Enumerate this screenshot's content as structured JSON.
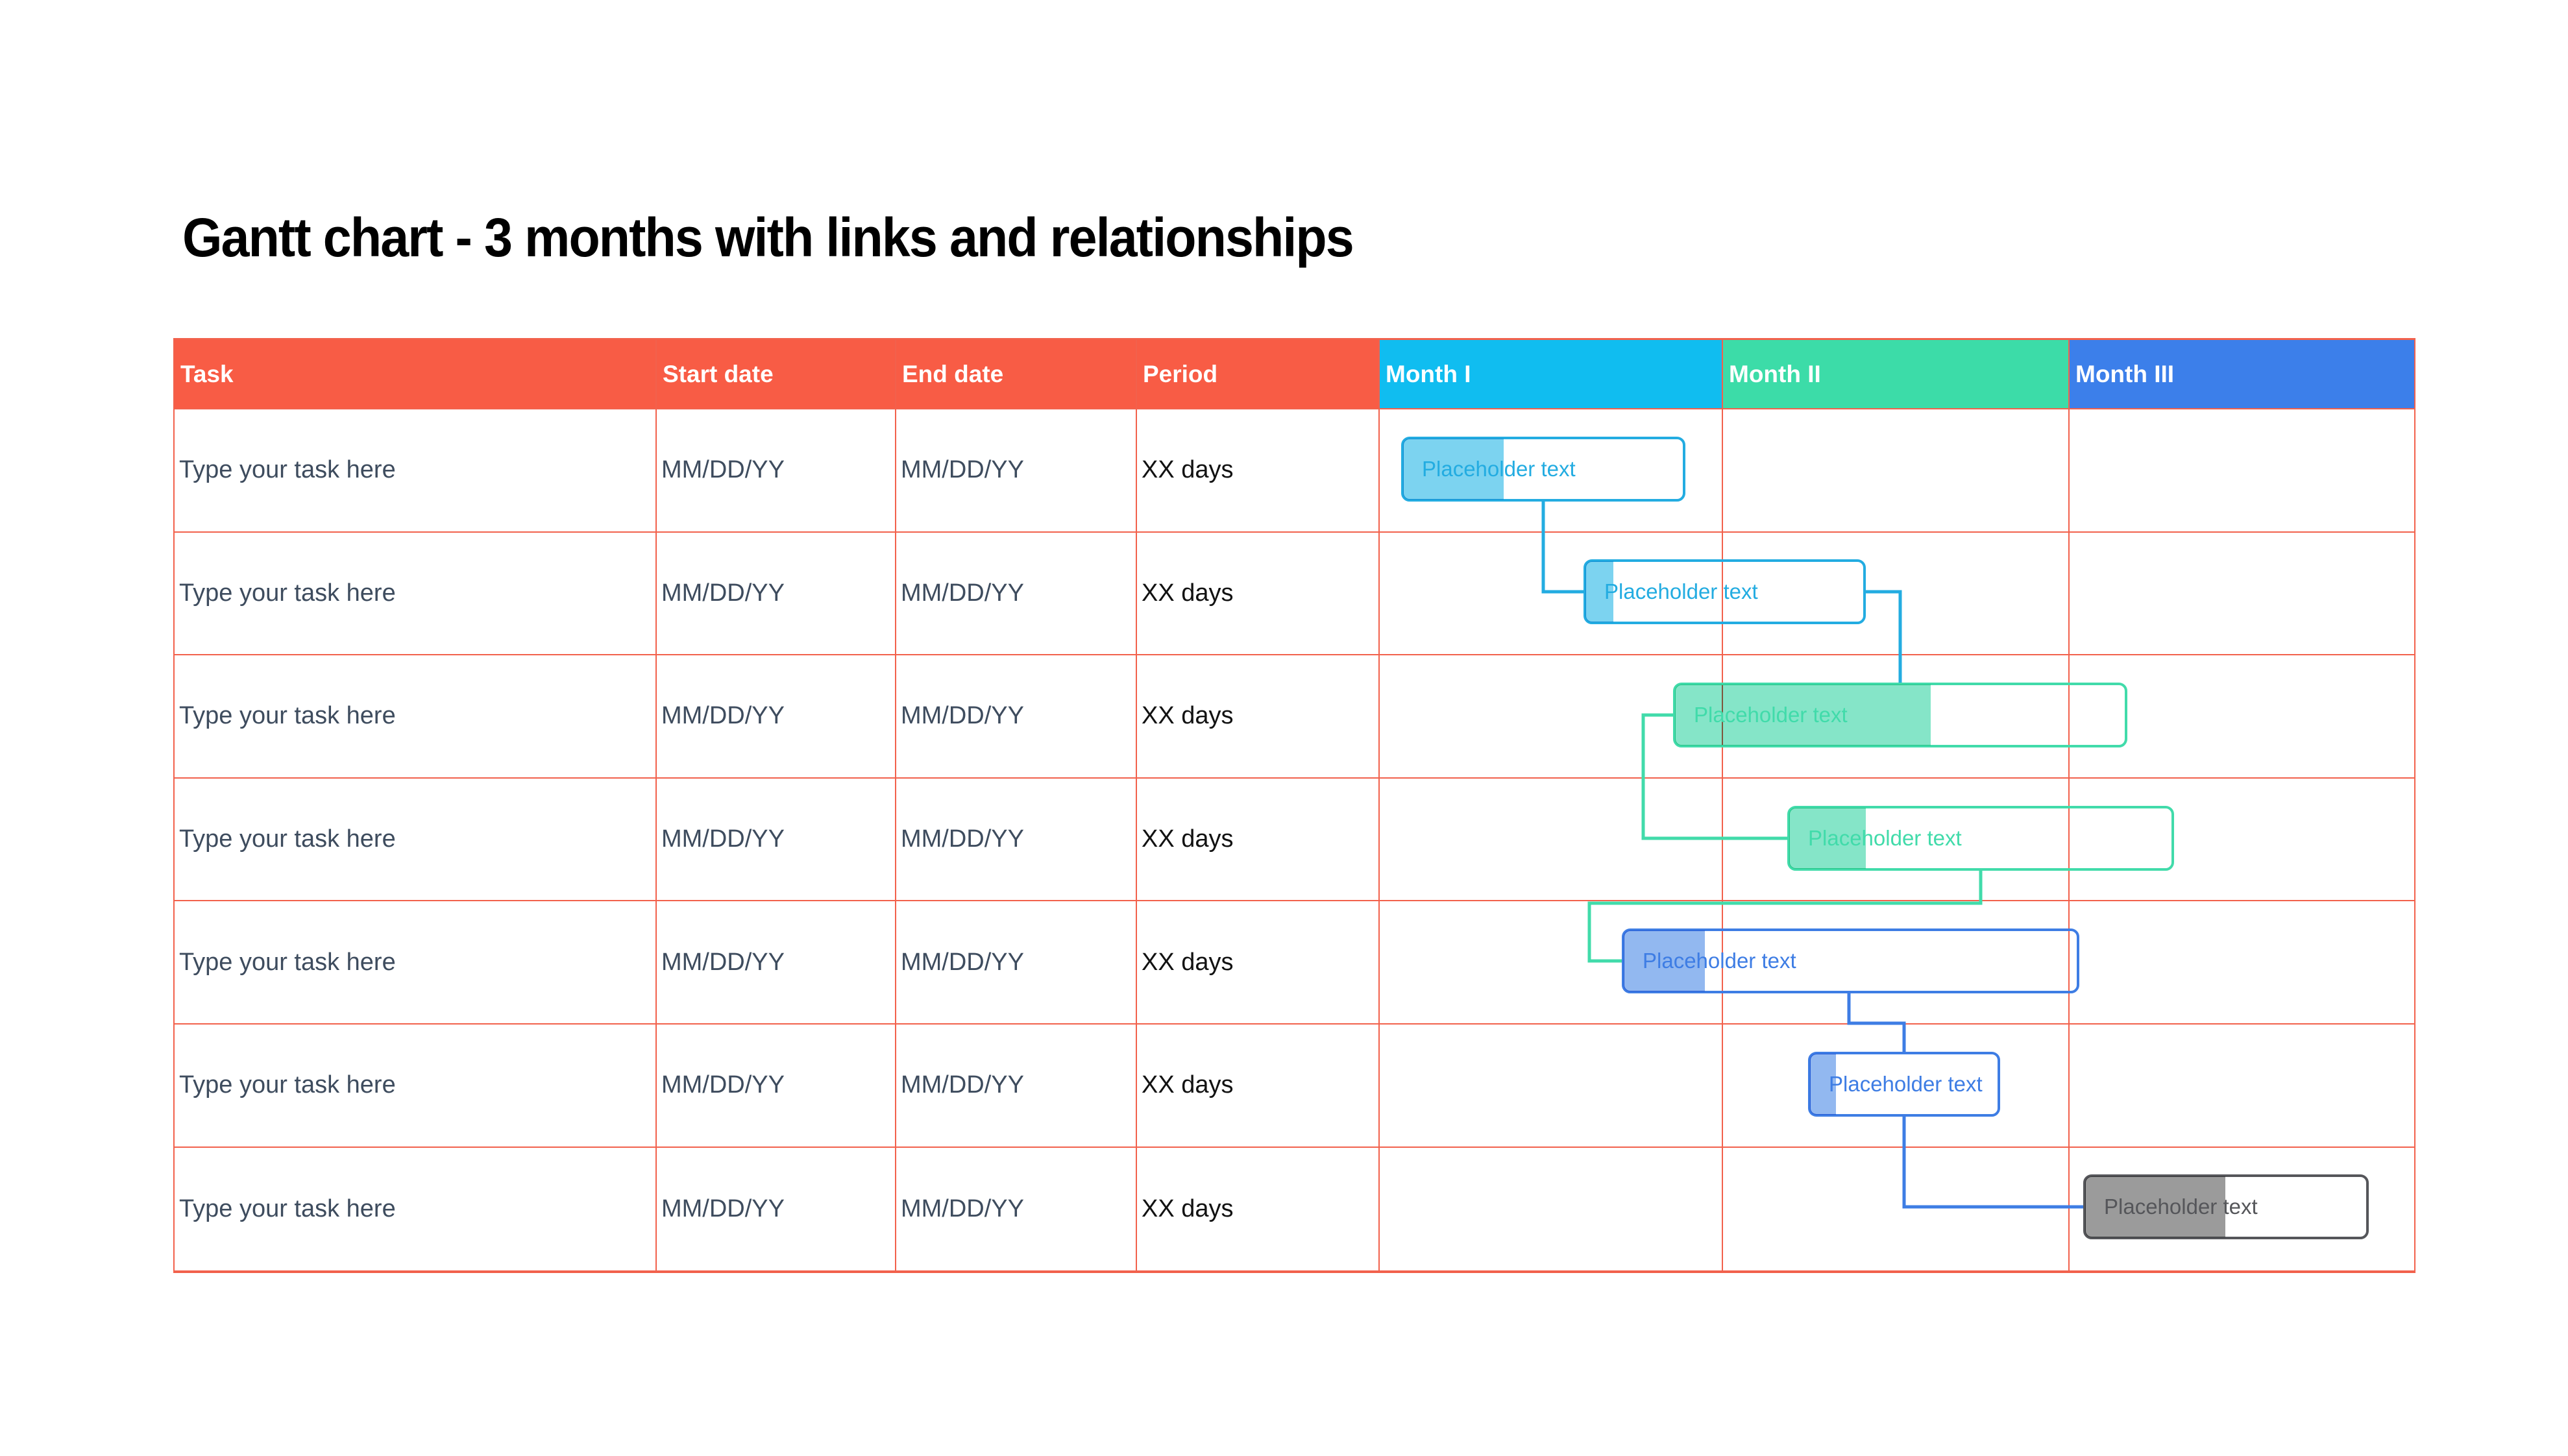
{
  "table": {
    "headers": [
      "Task",
      "Start date",
      "End date",
      "Period"
    ]
  },
  "chart_data": {
    "type": "gantt",
    "title": "Gantt chart - 3 months with links and relationships",
    "months": [
      "Month I",
      "Month II",
      "Month III"
    ],
    "timeline_range": [
      0,
      3
    ],
    "tasks": [
      {
        "row": 1,
        "name": "Type your task here",
        "start_date": "MM/DD/YY",
        "end_date": "MM/DD/YY",
        "period": "XX days",
        "bar": {
          "label": "Placeholder text",
          "color_key": "cyan",
          "start_frac": 0.022,
          "end_frac": 0.297,
          "progress": 0.36
        }
      },
      {
        "row": 2,
        "name": "Type your task here",
        "start_date": "MM/DD/YY",
        "end_date": "MM/DD/YY",
        "period": "XX days",
        "bar": {
          "label": "Placeholder text",
          "color_key": "cyan",
          "start_frac": 0.198,
          "end_frac": 0.471,
          "progress": 0.1
        }
      },
      {
        "row": 3,
        "name": "Type your task here",
        "start_date": "MM/DD/YY",
        "end_date": "MM/DD/YY",
        "period": "XX days",
        "bar": {
          "label": "Placeholder text",
          "color_key": "green",
          "start_frac": 0.285,
          "end_frac": 0.724,
          "progress": 0.57
        }
      },
      {
        "row": 4,
        "name": "Type your task here",
        "start_date": "MM/DD/YY",
        "end_date": "MM/DD/YY",
        "period": "XX days",
        "bar": {
          "label": "Placeholder text",
          "color_key": "green",
          "start_frac": 0.395,
          "end_frac": 0.769,
          "progress": 0.2
        }
      },
      {
        "row": 5,
        "name": "Type your task here",
        "start_date": "MM/DD/YY",
        "end_date": "MM/DD/YY",
        "period": "XX days",
        "bar": {
          "label": "Placeholder text",
          "color_key": "blue",
          "start_frac": 0.235,
          "end_frac": 0.677,
          "progress": 0.18
        }
      },
      {
        "row": 6,
        "name": "Type your task here",
        "start_date": "MM/DD/YY",
        "end_date": "MM/DD/YY",
        "period": "XX days",
        "bar": {
          "label": "Placeholder text",
          "color_key": "blue",
          "start_frac": 0.415,
          "end_frac": 0.601,
          "progress": 0.14
        }
      },
      {
        "row": 7,
        "name": "Type your task here",
        "start_date": "MM/DD/YY",
        "end_date": "MM/DD/YY",
        "period": "XX days",
        "bar": {
          "label": "Placeholder text",
          "color_key": "gray",
          "start_frac": 0.681,
          "end_frac": 0.957,
          "progress": 0.5
        }
      }
    ],
    "links": [
      {
        "from_task": 1,
        "to_task": 2,
        "color_key": "cyan"
      },
      {
        "from_task": 2,
        "to_task": 3,
        "color_key": "cyan"
      },
      {
        "from_task": 3,
        "to_task": 4,
        "color_key": "green"
      },
      {
        "from_task": 4,
        "to_task": 5,
        "color_key": "green"
      },
      {
        "from_task": 5,
        "to_task": 6,
        "color_key": "blue"
      },
      {
        "from_task": 6,
        "to_task": 7,
        "color_key": "blue"
      }
    ],
    "legend_position": "none",
    "grid": true
  },
  "colors": {
    "title_text": "#000000",
    "header_text": "#FFFFFF",
    "header_red": "#F85C45",
    "grid_red": "#F2614C",
    "month1_cyan": "#10BDF0",
    "month2_green": "#3CDCA8",
    "month3_blue": "#3C7FEA",
    "cyan_stroke": "#23ACE1",
    "cyan_fill": "#7CD3F0",
    "green_stroke": "#41DBAA",
    "green_fill": "#85E5C8",
    "blue_stroke": "#3E7DE4",
    "blue_fill": "#92B8F0",
    "gray_stroke": "#55565A",
    "gray_fill": "#9B9B9B",
    "task_text": "#3E4C5E",
    "period_text": "#121212"
  }
}
